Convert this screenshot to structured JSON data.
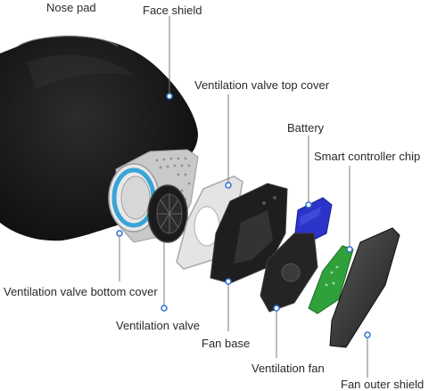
{
  "labels": {
    "nose_pad": "Nose pad",
    "face_shield": "Face shield",
    "valve_top_cover": "Ventilation valve top cover",
    "battery": "Battery",
    "smart_chip": "Smart controller chip",
    "valve_bottom_cover": "Ventilation valve bottom cover",
    "ventilation_valve": "Ventilation valve",
    "fan_base": "Fan base",
    "ventilation_fan": "Ventilation fan",
    "fan_outer_shield": "Fan outer shield"
  },
  "colors": {
    "mask": "#151515",
    "leader_line": "#7a7a7a",
    "marker_fill": "#ffffff",
    "marker_stroke": "#2d6fd6",
    "battery": "#2b33c8",
    "chip": "#2fa03a",
    "valve_ring": "#3aa3d8",
    "gasket": "#b8b8b8"
  }
}
